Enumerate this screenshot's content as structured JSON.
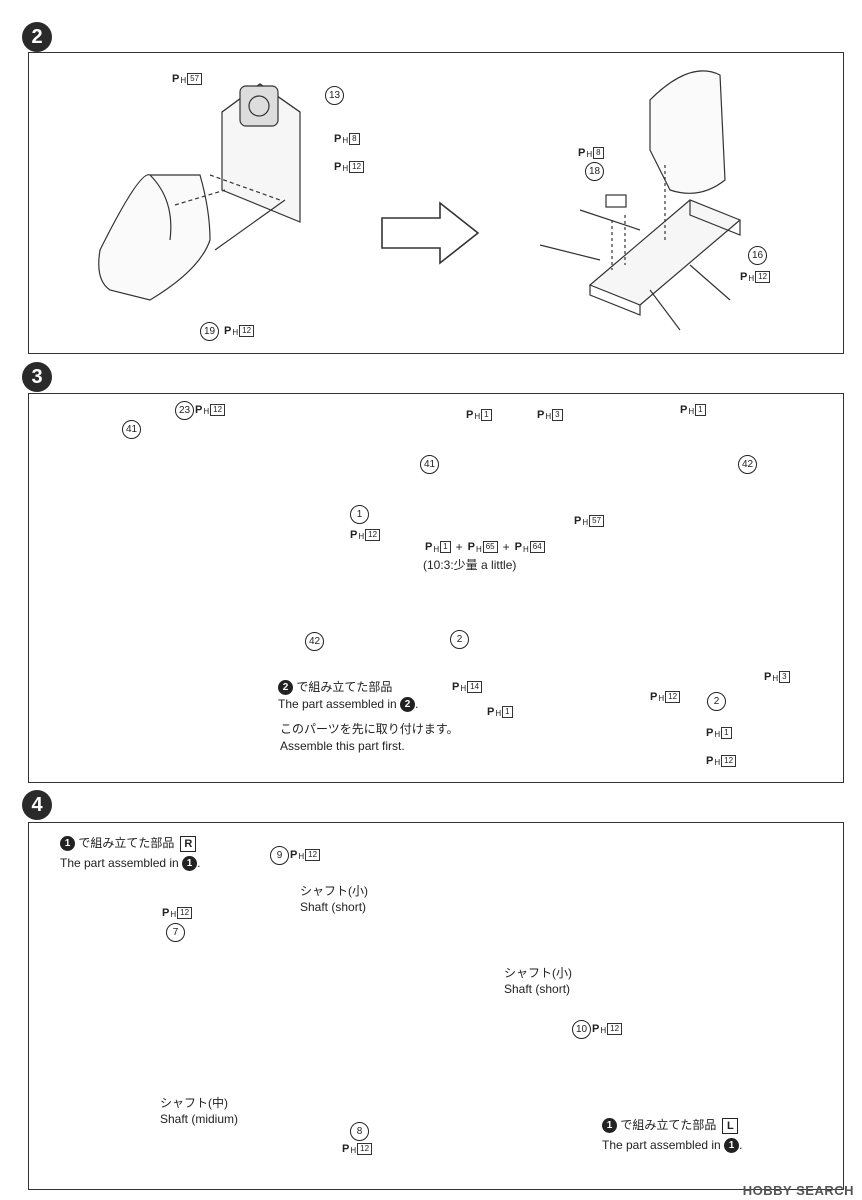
{
  "steps": {
    "s2": "2",
    "s3": "3",
    "s4": "4"
  },
  "paint": {
    "p": "P",
    "h": "H",
    "c57": "57",
    "c8": "8",
    "c12": "12",
    "c1": "1",
    "c3": "3",
    "c14": "14",
    "c65": "65",
    "c64": "64"
  },
  "parts": {
    "n13": "13",
    "n19": "19",
    "n18": "18",
    "n16": "16",
    "n23": "23",
    "n41": "41",
    "n1": "1",
    "n42": "42",
    "n2": "2",
    "n9": "9",
    "n7": "7",
    "n10": "10",
    "n8": "8"
  },
  "step3": {
    "mix_plus": "+",
    "mix_ratio": "(10:3:少量 a little)",
    "assembled_jp": "で組み立てた部品",
    "assembled_en": "The part assembled in",
    "first_jp": "このパーツを先に取り付けます。",
    "first_en": "Assemble this part first."
  },
  "step4": {
    "r_jp": "で組み立てた部品",
    "r_letter": "R",
    "r_en": "The part assembled in",
    "l_jp": "で組み立てた部品",
    "l_letter": "L",
    "l_en": "The part assembled in",
    "shaft_small_jp": "シャフト(小)",
    "shaft_small_en": "Shaft (short)",
    "shaft_mid_jp": "シャフト(中)",
    "shaft_mid_en": "Shaft (midium)",
    "ref": "1"
  },
  "logo": "HOBBY SEARCH"
}
